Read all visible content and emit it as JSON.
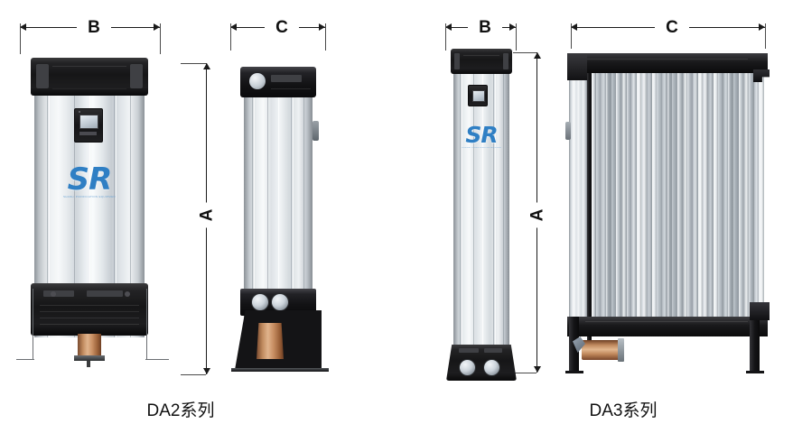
{
  "figure": {
    "title_left": "DA2系列",
    "title_right": "DA3系列",
    "background_color": "#ffffff"
  },
  "brand": {
    "logo_text": "SR",
    "logo_subtext": "SHANLI PURIFICATION EQUIPMENT",
    "logo_color": "#2f7fc4"
  },
  "dimensions": {
    "da2": {
      "width_front": "B",
      "height": "A",
      "depth_side": "C"
    },
    "da3": {
      "width_front": "B",
      "height": "A",
      "depth_side": "C"
    }
  },
  "colors": {
    "cap_black": "#1a1a1c",
    "aluminium_light": "#f7f9fa",
    "aluminium_dark": "#8c9298",
    "copper": "#c08a5e",
    "line": "#1a1a1a"
  },
  "views": {
    "da2_front": {
      "name": "DA2 front elevation",
      "has_control_panel": true,
      "has_logo": true,
      "has_copper_outlet": true
    },
    "da2_side": {
      "name": "DA2 side elevation",
      "has_stand": true,
      "has_copper_outlet": true
    },
    "da3_front": {
      "name": "DA3 front elevation",
      "has_control_panel": true,
      "has_logo": true,
      "port_count": 2
    },
    "da3_side": {
      "name": "DA3 side elevation heat exchanger",
      "fin_count": 34,
      "has_copper_outlet": true
    }
  }
}
